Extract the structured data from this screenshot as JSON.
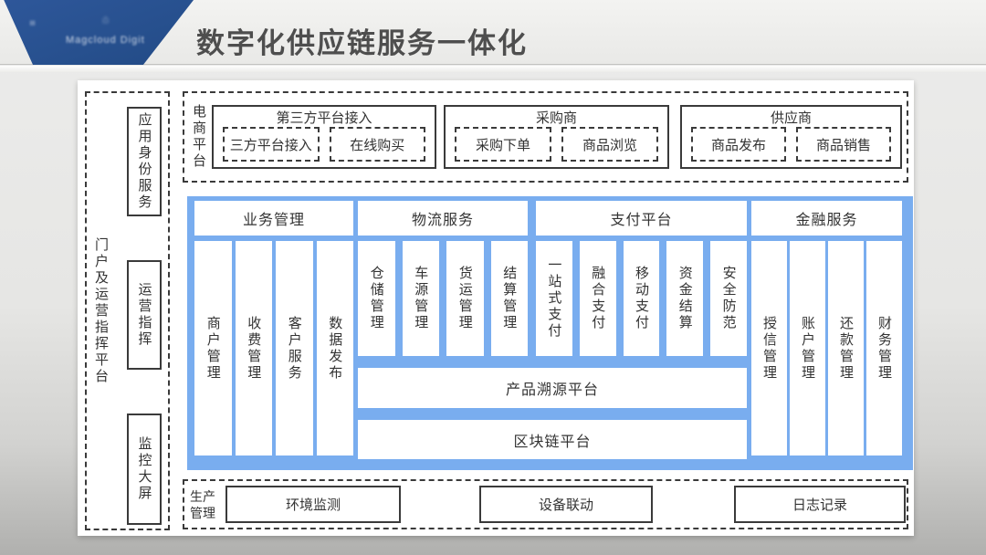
{
  "header": {
    "title": "数字化供应链服务一体化",
    "logo_text": "Magcloud Digit",
    "logo_color": "#27508e"
  },
  "portal": {
    "label": "门户及运营指挥平台",
    "items": [
      "应用身份服务",
      "运营指挥",
      "监控大屏"
    ]
  },
  "ecommerce": {
    "label": "电商平台",
    "groups": [
      {
        "title": "第三方平台接入",
        "items": [
          "三方平台接入",
          "在线购买"
        ]
      },
      {
        "title": "采购商",
        "items": [
          "采购下单",
          "商品浏览"
        ]
      },
      {
        "title": "供应商",
        "items": [
          "商品发布",
          "商品销售"
        ]
      }
    ]
  },
  "platform": {
    "accent_color": "#79adef",
    "groups": [
      {
        "title": "业务管理",
        "columns": [
          "商户管理",
          "收费管理",
          "客户服务",
          "数据发布"
        ]
      },
      {
        "title": "物流服务",
        "columns": [
          "仓储管理",
          "车源管理",
          "货运管理",
          "结算管理"
        ]
      },
      {
        "title": "支付平台",
        "columns": [
          "一站式支付",
          "融合支付",
          "移动支付",
          "资金结算",
          "安全防范"
        ]
      },
      {
        "title": "金融服务",
        "columns": [
          "授信管理",
          "账户管理",
          "还款管理",
          "财务管理"
        ]
      }
    ],
    "bars": [
      "产品溯源平台",
      "区块链平台"
    ]
  },
  "production": {
    "label": "生产管理",
    "items": [
      "环境监测",
      "设备联动",
      "日志记录"
    ]
  }
}
